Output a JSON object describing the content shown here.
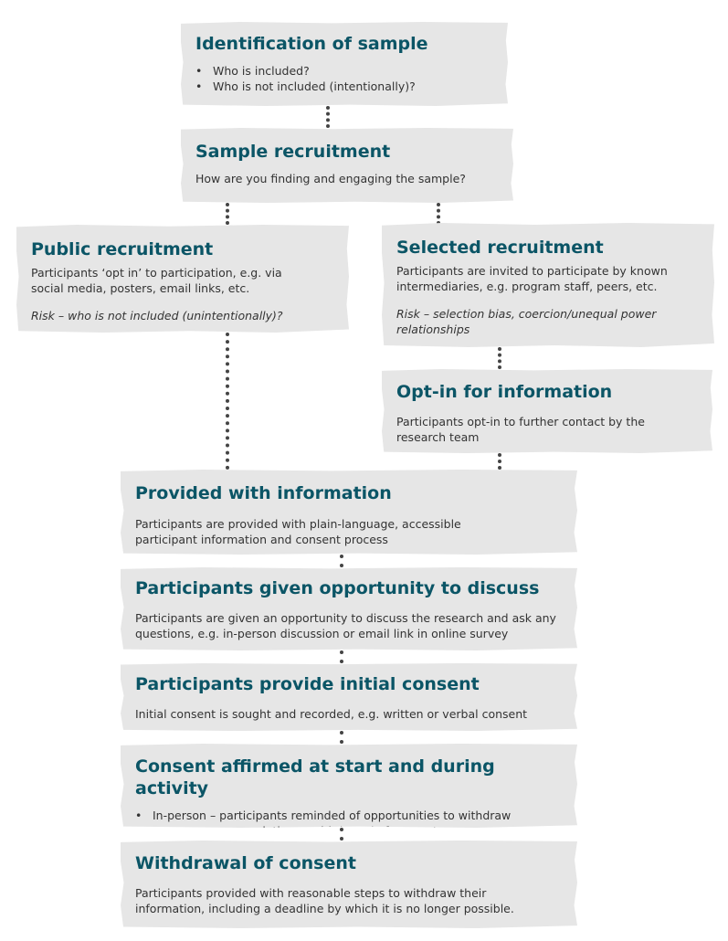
{
  "identification": {
    "title": "Identification of sample",
    "bullets": [
      "Who is included?",
      "Who is not included (intentionally)?"
    ]
  },
  "sample_recruitment": {
    "title": "Sample recruitment",
    "text": "How are you finding and engaging the sample?"
  },
  "public_recruitment": {
    "title": "Public recruitment",
    "text": "Participants ‘opt in’ to participation, e.g. via social media, posters, email links, etc.",
    "risk": "Risk – who is not included (unintentionally)?"
  },
  "selected_recruitment": {
    "title": "Selected recruitment",
    "text": "Participants are invited to participate by known intermediaries, e.g. program staff, peers, etc.",
    "risk": "Risk – selection bias, coercion/unequal power relationships"
  },
  "opt_in": {
    "title": "Opt-in for information",
    "text": "Participants opt-in to further contact by the research team"
  },
  "provided_info": {
    "title": "Provided with information",
    "text": "Participants are provided with plain-language, accessible participant information and consent process"
  },
  "discuss": {
    "title": "Participants given opportunity to discuss",
    "text": "Participants are given an opportunity to discuss the research and ask any questions, e.g. in-person discussion or email link in online survey"
  },
  "initial_consent": {
    "title": "Participants provide initial consent",
    "text": "Initial consent is sought and recorded, e.g. written or verbal consent"
  },
  "affirmed": {
    "title": "Consent affirmed at start and during activity",
    "bullets": [
      "In-person – participants reminded of opportunities to withdraw",
      "Survey – non-completion = withdrawal of consent"
    ]
  },
  "withdrawal": {
    "title": "Withdrawal of consent",
    "text": "Participants provided with reasonable steps to withdraw their information, including a deadline by which it is no longer possible."
  },
  "bullet_char": "•"
}
